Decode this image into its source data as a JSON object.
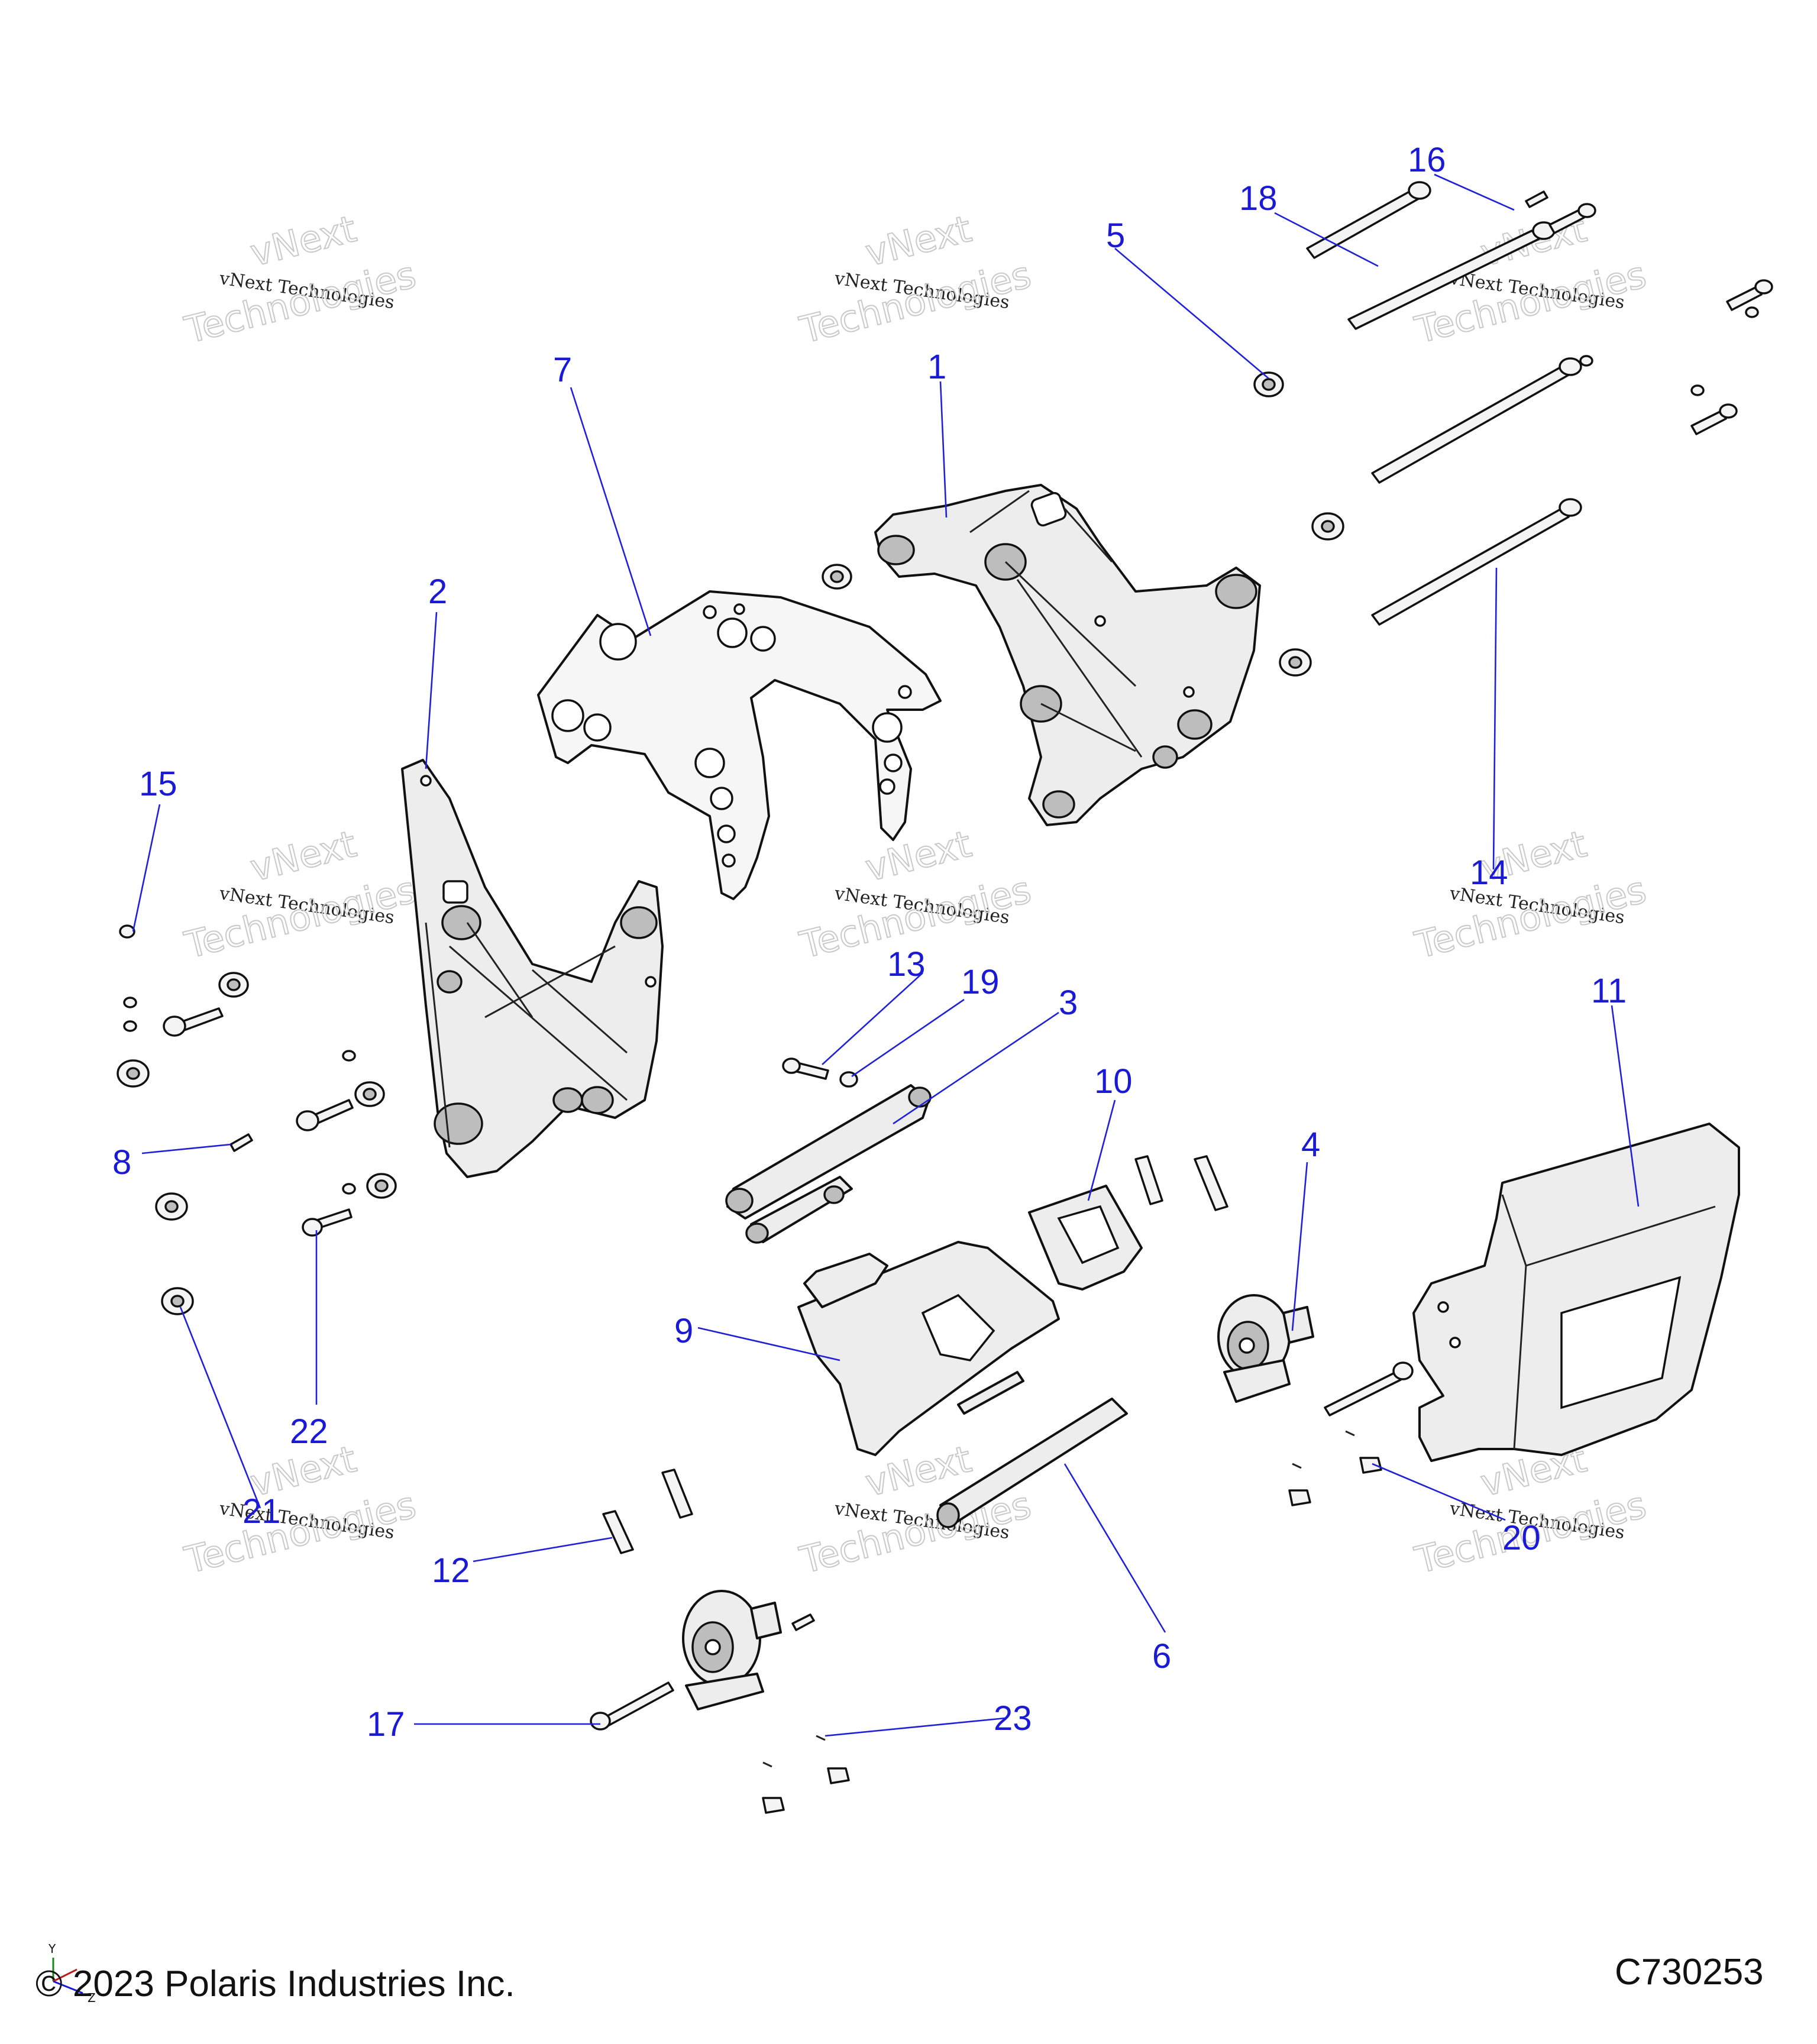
{
  "watermark": {
    "line": "vNext Technologies",
    "ghost_top": "vNext",
    "ghost_bottom": "Technologies"
  },
  "callouts": [
    "1",
    "2",
    "3",
    "4",
    "5",
    "6",
    "7",
    "8",
    "9",
    "10",
    "11",
    "12",
    "13",
    "14",
    "15",
    "16",
    "17",
    "18",
    "19",
    "20",
    "21",
    "22",
    "23"
  ],
  "footer": {
    "copyright": "© 2023 Polaris Industries Inc.",
    "drawing_number": "C730253"
  },
  "axis_triad": {
    "y": "Y",
    "z": "Z"
  }
}
